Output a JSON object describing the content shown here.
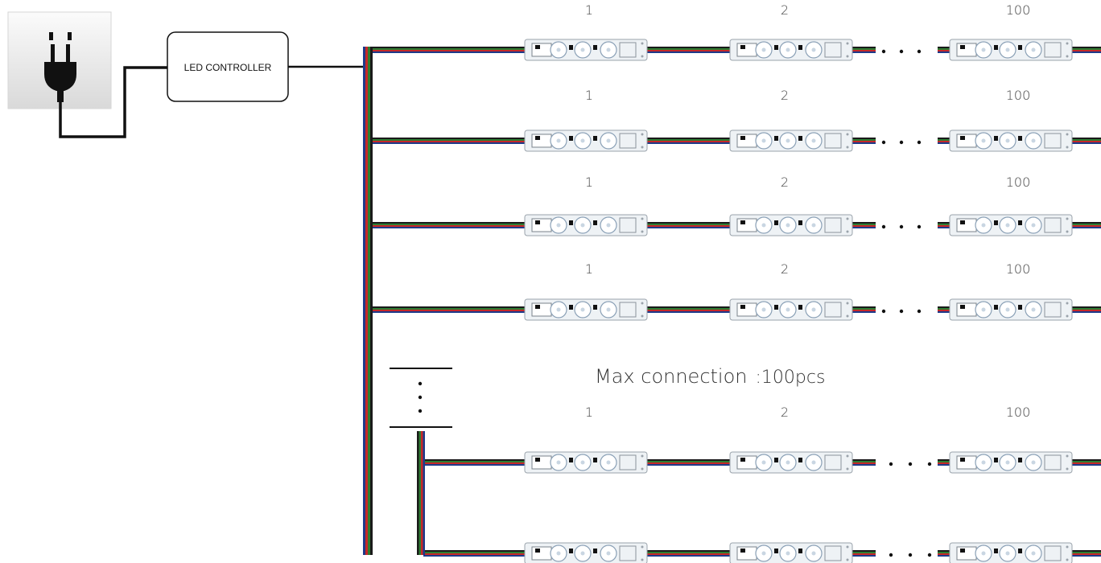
{
  "controller": {
    "label": "LED CONTROLLER"
  },
  "module_numbers": [
    "1",
    "2",
    "100"
  ],
  "max_connection": {
    "label": "Max connection",
    "value": ":100pcs"
  },
  "wire_colors": [
    "#1a1a1a",
    "#2e7d32",
    "#c62828",
    "#1e3a8a"
  ],
  "module_color": "#eef2f5",
  "lens_color": "#ffffff"
}
